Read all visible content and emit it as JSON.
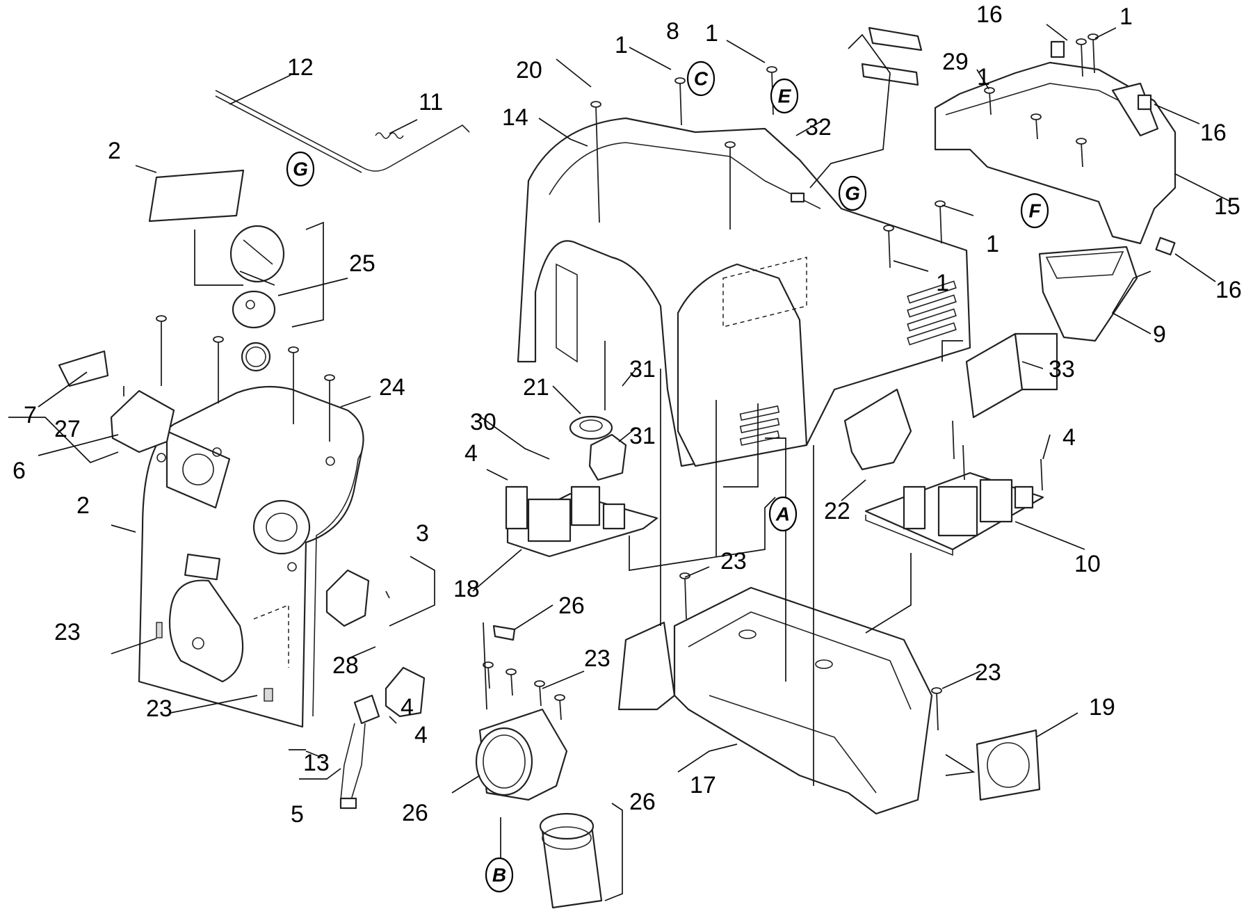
{
  "part_numbers": [
    {
      "id": "c1",
      "text": "1"
    },
    {
      "id": "c2",
      "text": "1"
    },
    {
      "id": "c3",
      "text": "1"
    },
    {
      "id": "c4",
      "text": "1"
    },
    {
      "id": "c5",
      "text": "1"
    },
    {
      "id": "c6",
      "text": "2"
    },
    {
      "id": "c7",
      "text": "2"
    },
    {
      "id": "c8",
      "text": "3"
    },
    {
      "id": "c9",
      "text": "4"
    },
    {
      "id": "c10",
      "text": "4"
    },
    {
      "id": "c11",
      "text": "4"
    },
    {
      "id": "c12",
      "text": "4"
    },
    {
      "id": "c13",
      "text": "5"
    },
    {
      "id": "c14",
      "text": "6"
    },
    {
      "id": "c15",
      "text": "7"
    },
    {
      "id": "c16",
      "text": "8"
    },
    {
      "id": "c17",
      "text": "9"
    },
    {
      "id": "c18",
      "text": "10"
    },
    {
      "id": "c19",
      "text": "11"
    },
    {
      "id": "c20",
      "text": "12"
    },
    {
      "id": "c21",
      "text": "13"
    },
    {
      "id": "c22",
      "text": "14"
    },
    {
      "id": "c23",
      "text": "15"
    },
    {
      "id": "c24",
      "text": "16"
    },
    {
      "id": "c25",
      "text": "16"
    },
    {
      "id": "c26",
      "text": "16"
    },
    {
      "id": "c27",
      "text": "17"
    },
    {
      "id": "c28",
      "text": "18"
    },
    {
      "id": "c29",
      "text": "19"
    },
    {
      "id": "c30",
      "text": "20"
    },
    {
      "id": "c31",
      "text": "21"
    },
    {
      "id": "c32",
      "text": "22"
    },
    {
      "id": "c33",
      "text": "23"
    },
    {
      "id": "c34",
      "text": "23"
    },
    {
      "id": "c35",
      "text": "23"
    },
    {
      "id": "c36",
      "text": "23"
    },
    {
      "id": "c37",
      "text": "23"
    },
    {
      "id": "c38",
      "text": "24"
    },
    {
      "id": "c39",
      "text": "25"
    },
    {
      "id": "c40",
      "text": "26"
    },
    {
      "id": "c41",
      "text": "26"
    },
    {
      "id": "c42",
      "text": "26"
    },
    {
      "id": "c43",
      "text": "27"
    },
    {
      "id": "c44",
      "text": "28"
    },
    {
      "id": "c45",
      "text": "29"
    },
    {
      "id": "c46",
      "text": "30"
    },
    {
      "id": "c47",
      "text": "31"
    },
    {
      "id": "c48",
      "text": "31"
    },
    {
      "id": "c49",
      "text": "32"
    },
    {
      "id": "c50",
      "text": "33"
    },
    {
      "id": "c51",
      "text": "1"
    }
  ],
  "reference_letters": [
    {
      "id": "r1",
      "text": "A"
    },
    {
      "id": "r2",
      "text": "B"
    },
    {
      "id": "r3",
      "text": "C"
    },
    {
      "id": "r4",
      "text": "E"
    },
    {
      "id": "r5",
      "text": "F"
    },
    {
      "id": "r6",
      "text": "G"
    },
    {
      "id": "r7",
      "text": "G"
    }
  ]
}
